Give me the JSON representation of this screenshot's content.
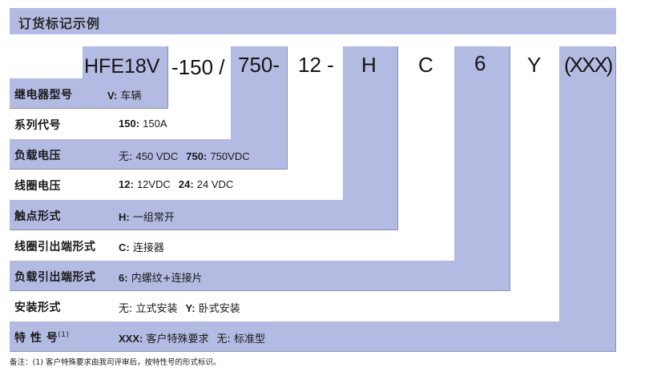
{
  "title": "订货标记示例",
  "codes": {
    "series": "HFE18V",
    "current": "-150 /",
    "voltage": "750-",
    "coil": "12 -",
    "contact": "H",
    "terminal_coil": "C",
    "terminal_load": "6",
    "install": "Y",
    "special": "(XXX)"
  },
  "rows": [
    {
      "label": "继电器型号",
      "items": [
        {
          "code": "V:",
          "text": "车辆"
        }
      ]
    },
    {
      "label": "系列代号",
      "items": [
        {
          "code": "150:",
          "text": "150A"
        }
      ]
    },
    {
      "label": "负载电压",
      "items": [
        {
          "code": "无:",
          "text": "450 VDC"
        },
        {
          "code": "750:",
          "text": "750VDC"
        }
      ]
    },
    {
      "label": "线圈电压",
      "items": [
        {
          "code": "12:",
          "text": "12VDC"
        },
        {
          "code": "24:",
          "text": "24 VDC"
        }
      ]
    },
    {
      "label": "触点形式",
      "items": [
        {
          "code": "H:",
          "text": "一组常开"
        }
      ]
    },
    {
      "label": "线圈引出端形式",
      "items": [
        {
          "code": "C:",
          "text": "连接器"
        }
      ]
    },
    {
      "label": "负载引出端形式",
      "items": [
        {
          "code": "6:",
          "text": "内螺纹+连接片"
        }
      ]
    },
    {
      "label": "安装形式",
      "items": [
        {
          "code": "无:",
          "text": "立式安装"
        },
        {
          "code": "Y:",
          "text": "卧式安装"
        }
      ]
    },
    {
      "label": "特 性 号",
      "label_sup": "(1)",
      "items": [
        {
          "code": "XXX:",
          "text": "客户特殊要求"
        },
        {
          "code": "无:",
          "text": "标准型"
        }
      ]
    }
  ],
  "footnote": "备注：(1) 客户特殊要求由我司评审后，按特性号的形式标识。",
  "colors": {
    "band": "#b3bbe3",
    "border": "#8b8fa8"
  }
}
